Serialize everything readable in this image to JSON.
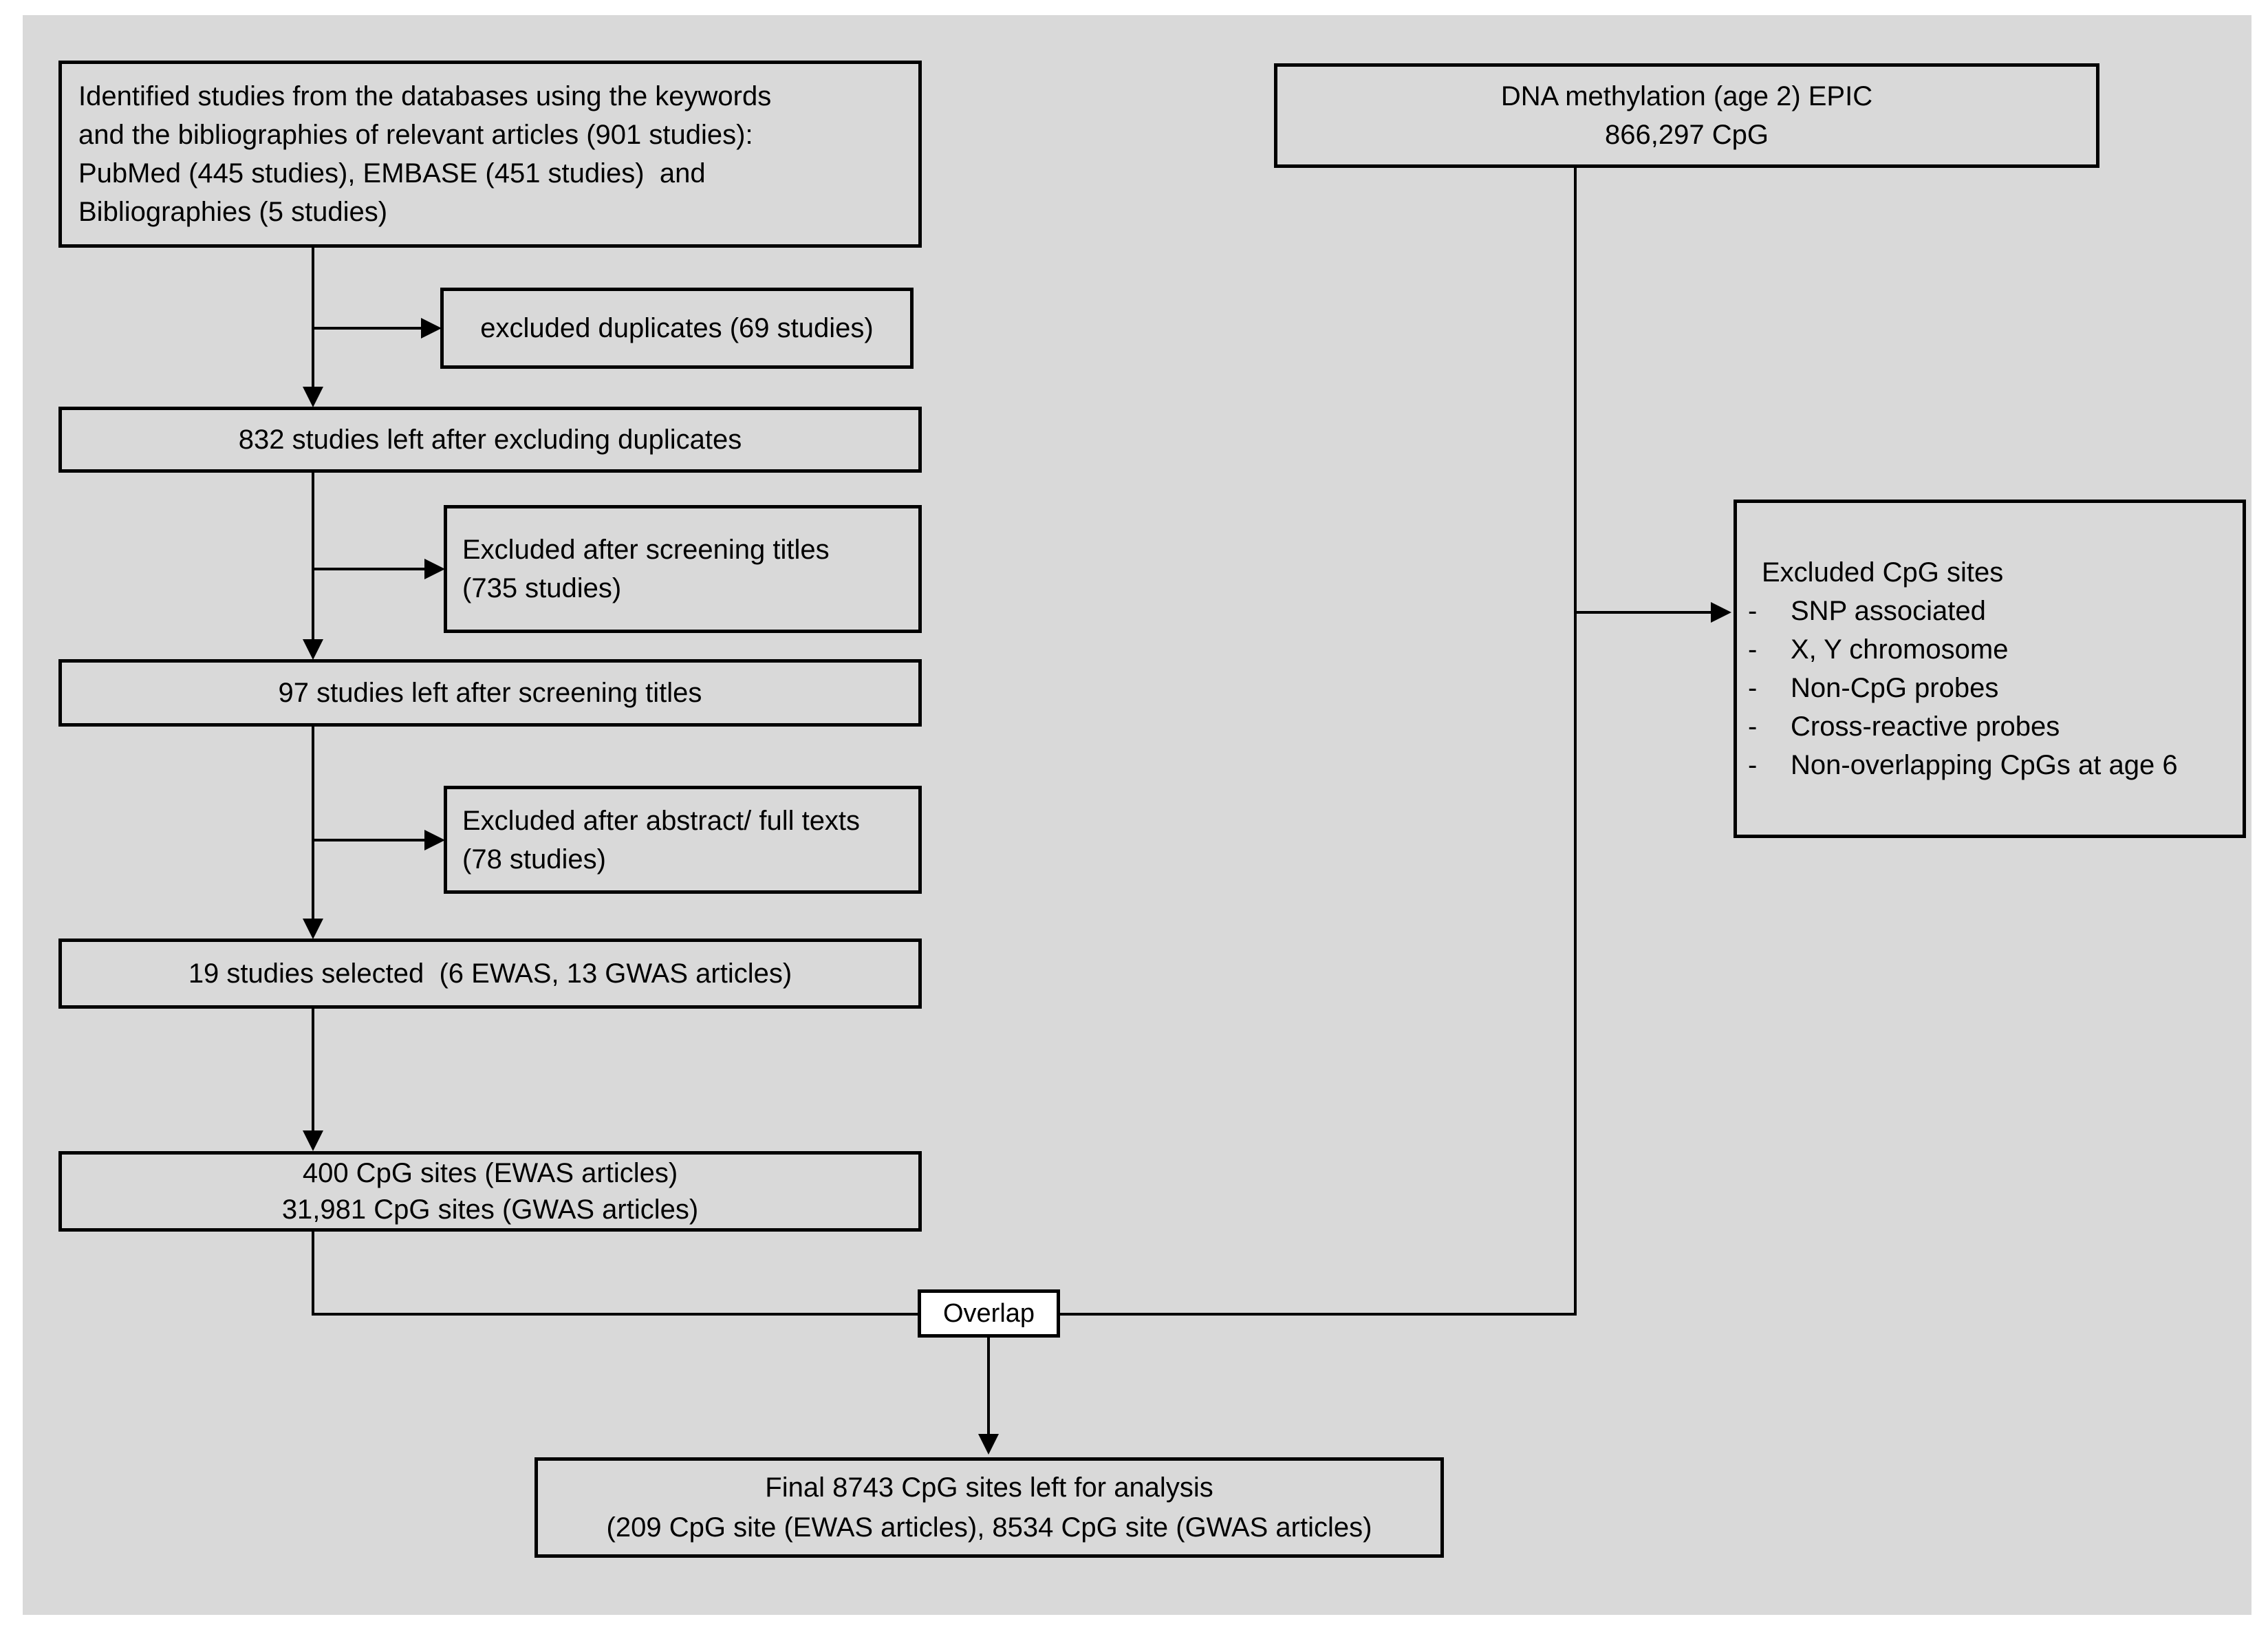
{
  "colors": {
    "page_background": "#ffffff",
    "canvas_background": "#d9d9d9",
    "line_color": "#000000",
    "overlap_fill": "#ffffff"
  },
  "flow": {
    "identified": {
      "lines": [
        "Identified studies from the databases using the keywords",
        "and the bibliographies of relevant articles (901 studies):",
        "PubMed (445 studies), EMBASE (451 studies)  and",
        "Bibliographies (5 studies)"
      ]
    },
    "excluded_duplicates": {
      "label": "excluded duplicates (69 studies)"
    },
    "left_832": {
      "label": "832 studies left after excluding duplicates"
    },
    "excluded_titles": {
      "lines": [
        "Excluded after screening titles",
        "(735 studies)"
      ]
    },
    "left_97": {
      "label": "97 studies left after screening titles"
    },
    "excluded_abstract": {
      "lines": [
        "Excluded after abstract/ full texts",
        "(78 studies)"
      ]
    },
    "selected_19": {
      "label": "19 studies selected  (6 EWAS, 13 GWAS articles)"
    },
    "cpg_sites": {
      "lines": [
        "400 CpG sites (EWAS articles)",
        "31,981 CpG sites (GWAS articles)"
      ]
    },
    "dna_methylation": {
      "lines": [
        "DNA methylation (age 2) EPIC",
        "866,297 CpG"
      ]
    },
    "excluded_cpg": {
      "title": "Excluded CpG sites",
      "bullet": "-",
      "items": [
        "SNP associated",
        "X, Y chromosome",
        "Non-CpG probes",
        "Cross-reactive probes",
        "Non-overlapping CpGs at age 6"
      ]
    },
    "overlap": {
      "label": "Overlap"
    },
    "final": {
      "lines": [
        "Final 8743 CpG sites left for analysis",
        "(209 CpG site (EWAS articles), 8534 CpG site (GWAS articles)"
      ]
    }
  }
}
